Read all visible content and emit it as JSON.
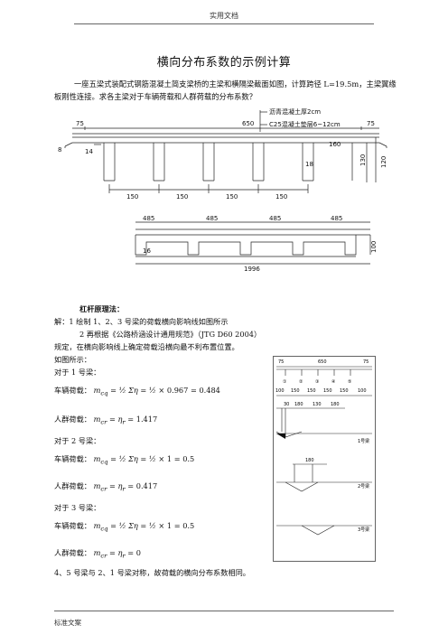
{
  "header": {
    "text": "实用文档"
  },
  "title": "横向分布系数的示例计算",
  "intro": "一座五梁式装配式钢筋混凝土简支梁桥的主梁和横隔梁截面如图，计算跨径 L=19.5m，主梁翼缘板刚性连接。求各主梁对于车辆荷载和人群荷载的分布系数？",
  "fig1": {
    "layer1": "沥青混凝土厚2cm",
    "layer2": "C25混凝土垫层6~12cm",
    "dims_top": [
      "75",
      "650",
      "75"
    ],
    "d160": "160",
    "d18": "18",
    "d14": "14",
    "d8": "8",
    "d130": "130",
    "d120": "120",
    "spacing": [
      "150",
      "150",
      "150",
      "150"
    ]
  },
  "fig2": {
    "dims_top": [
      "485",
      "485",
      "485",
      "485"
    ],
    "d100": "100",
    "d16": "16",
    "total": "1996"
  },
  "lever": {
    "heading": "杠杆原理法：",
    "s1": "解：1 绘制 1、2、3 号梁的荷载横向影响线如图所示",
    "s2": "2 再根据《公路桥涵设计通用规范》（JTG D60 2004）",
    "s3": "规定，在横向影响线上确定荷载沿横向最不利布置位置。",
    "s4": "如图所示：",
    "b1": "对于 1 号梁：",
    "v1_label": "车辆荷载：",
    "v1_value": "0.967",
    "v1_result": "0.484",
    "p1_label": "人群荷载：",
    "p1_result": "1.417",
    "b2": "对于 2 号梁：",
    "v2_label": "车辆荷载：",
    "v2_value": "1",
    "v2_result": "0.5",
    "p2_label": "人群荷载：",
    "p2_result": "0.417",
    "b3": "对于 3 号梁：",
    "v3_label": "车辆荷载：",
    "v3_value": "1",
    "v3_result": "0.5",
    "p3_label": "人群荷载：",
    "p3_result": "0",
    "conclusion": "4、5 号梁与 2、1 号梁对称，故荷载的横向分布系数相同。"
  },
  "fig3": {
    "dims_top": [
      "75",
      "650",
      "75"
    ],
    "girders": [
      "①",
      "②",
      "③",
      "④",
      "⑤"
    ],
    "spacing": [
      "100",
      "150",
      "150",
      "150",
      "150",
      "100"
    ],
    "wheel1": [
      "30",
      "180",
      "130",
      "180"
    ],
    "wheel2": "180",
    "labels": [
      "1号梁",
      "2号梁",
      "3号梁"
    ]
  },
  "footer": {
    "text": "标准文案"
  }
}
